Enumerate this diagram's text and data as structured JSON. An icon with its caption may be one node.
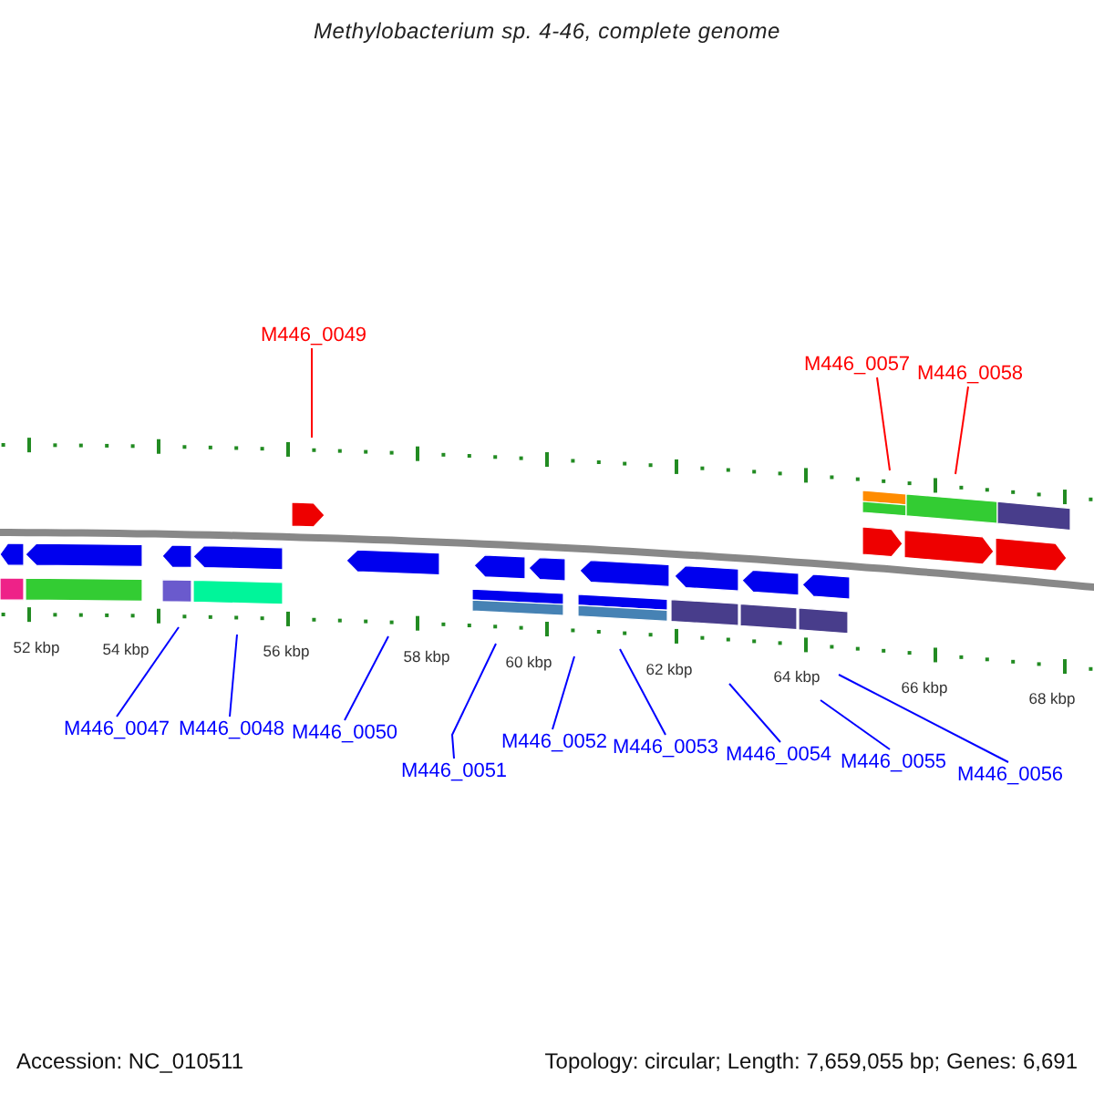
{
  "diagram": {
    "title": "Methylobacterium sp. 4-46, complete genome",
    "nodes": [
      {
        "text": [
          "M446_0049"
        ]
      },
      {
        "text": [
          "M446_0057"
        ]
      },
      {
        "text": [
          "M446_0058"
        ]
      },
      {
        "text": [
          "M446_0047"
        ]
      },
      {
        "text": [
          "M446_0048"
        ]
      },
      {
        "text": [
          "M446_0050"
        ]
      },
      {
        "text": [
          "M446_0051"
        ]
      },
      {
        "text": [
          "M446_0052"
        ]
      },
      {
        "text": [
          "M446_0053"
        ]
      },
      {
        "text": [
          "M446_0054"
        ]
      },
      {
        "text": [
          "M446_0055"
        ]
      },
      {
        "text": [
          "M446_0056"
        ]
      }
    ],
    "edges": [
      {
        "from": 0,
        "to": null,
        "arrow": "none",
        "color": "#ff0000"
      },
      {
        "from": 1,
        "to": null,
        "arrow": "none",
        "color": "#ff0000"
      },
      {
        "from": 2,
        "to": null,
        "arrow": "none",
        "color": "#ff0000"
      },
      {
        "from": 3,
        "to": null,
        "arrow": "none"
      },
      {
        "from": 4,
        "to": null,
        "arrow": "none"
      },
      {
        "from": 5,
        "to": null,
        "arrow": "none"
      },
      {
        "from": 6,
        "to": null,
        "arrow": "none"
      },
      {
        "from": 7,
        "to": null,
        "arrow": "none"
      },
      {
        "from": 8,
        "to": null,
        "arrow": "none"
      },
      {
        "from": 9,
        "to": null,
        "arrow": "none"
      },
      {
        "from": 10,
        "to": null,
        "arrow": "none"
      },
      {
        "from": 11,
        "to": null,
        "arrow": "none"
      }
    ],
    "labels": [
      "52 kbp",
      "54 kbp",
      "56 kbp",
      "58 kbp",
      "60 kbp",
      "62 kbp",
      "64 kbp",
      "66 kbp",
      "68 kbp",
      "Accession: NC_010511",
      "Topology: circular; Length: 7,659,055 bp; Genes: 6,691"
    ]
  }
}
